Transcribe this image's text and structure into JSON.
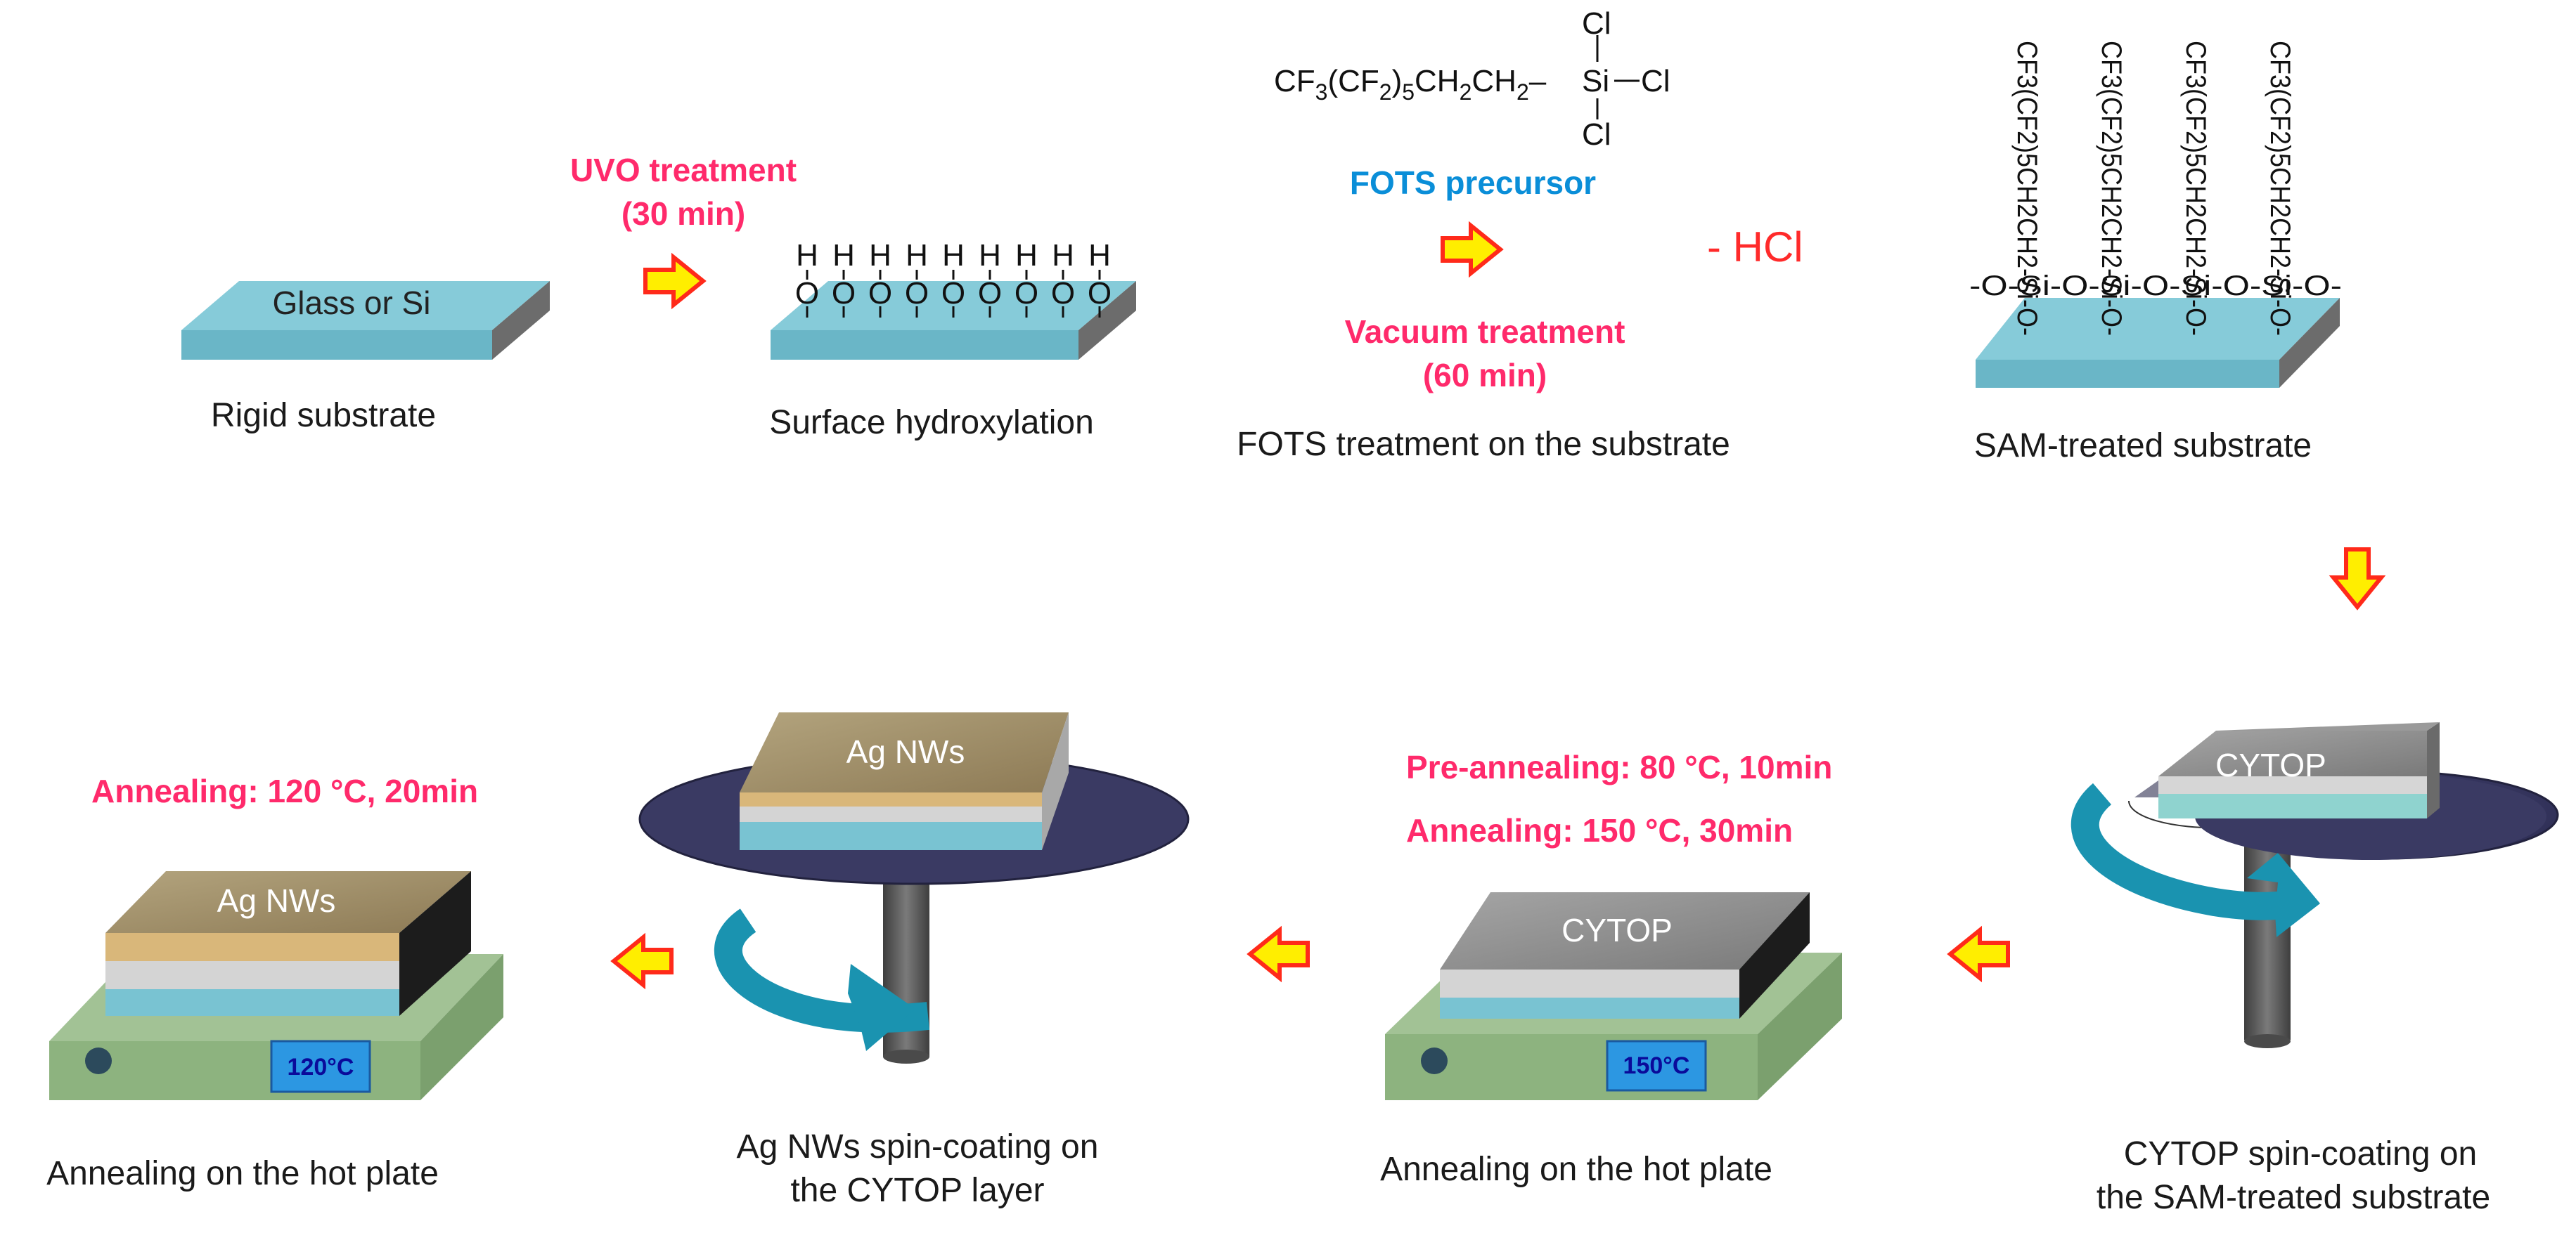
{
  "steps": {
    "rigid": {
      "caption": "Rigid substrate",
      "substrate_label": "Glass or Si"
    },
    "uvo": {
      "line1": "UVO treatment",
      "line2": "(30 min)"
    },
    "hydroxylation": {
      "caption": "Surface hydroxylation",
      "oh_group": "H|O"
    },
    "fots": {
      "formula_main": "CF",
      "formula_chain": "CF3(CF2)5CH2CH2",
      "si": "Si",
      "cl_top": "Cl",
      "cl_right": "Cl",
      "cl_bottom": "Cl",
      "precursor": "FOTS precursor",
      "vacuum_line1": "Vacuum treatment",
      "vacuum_line2": "(60 min)",
      "byproduct": "- HCl",
      "caption": "FOTS treatment on the substrate"
    },
    "sam": {
      "caption": "SAM-treated substrate",
      "chain": "CF3(CF2)5CH2CH2-Si-O-",
      "anchor_row": "-O-Si-O-Si-O-Si-O-Si-O-"
    },
    "cytop_spin": {
      "caption_line1": "CYTOP spin-coating on",
      "caption_line2": "the SAM-treated substrate",
      "layer_label": "CYTOP"
    },
    "cytop_anneal": {
      "pre_annealing": "Pre-annealing: 80 °C, 10min",
      "annealing": "Annealing: 150 °C, 30min",
      "layer_label": "CYTOP",
      "temp_display": "150°C",
      "caption": "Annealing on the hot plate"
    },
    "agnw_spin": {
      "caption_line1": "Ag NWs spin-coating on",
      "caption_line2": "the CYTOP layer",
      "layer_label": "Ag NWs"
    },
    "agnw_anneal": {
      "annealing": "Annealing: 120 °C, 20min",
      "layer_label": "Ag NWs",
      "temp_display": "120°C",
      "caption": "Annealing on the hot plate"
    }
  },
  "colors": {
    "substrate_top": "#79c3d2",
    "substrate_side": "#5aa7b8",
    "substrate_dark": "#6c6c6c",
    "cytop": "#8c8c8c",
    "agnw": "#a89670",
    "hotplate": "#8db37f",
    "spin_disk": "#3a3a63",
    "arrow_fill": "#ffee00",
    "arrow_stroke": "#ff2a1a",
    "accent_pink": "#ff2a6b",
    "accent_blue": "#0a8ed8",
    "rotation_arrow": "#1a93b0"
  },
  "icons": {
    "process_arrow": "block-arrow",
    "rotation": "curved-rotation-arrow",
    "indicator": "status-dot"
  }
}
